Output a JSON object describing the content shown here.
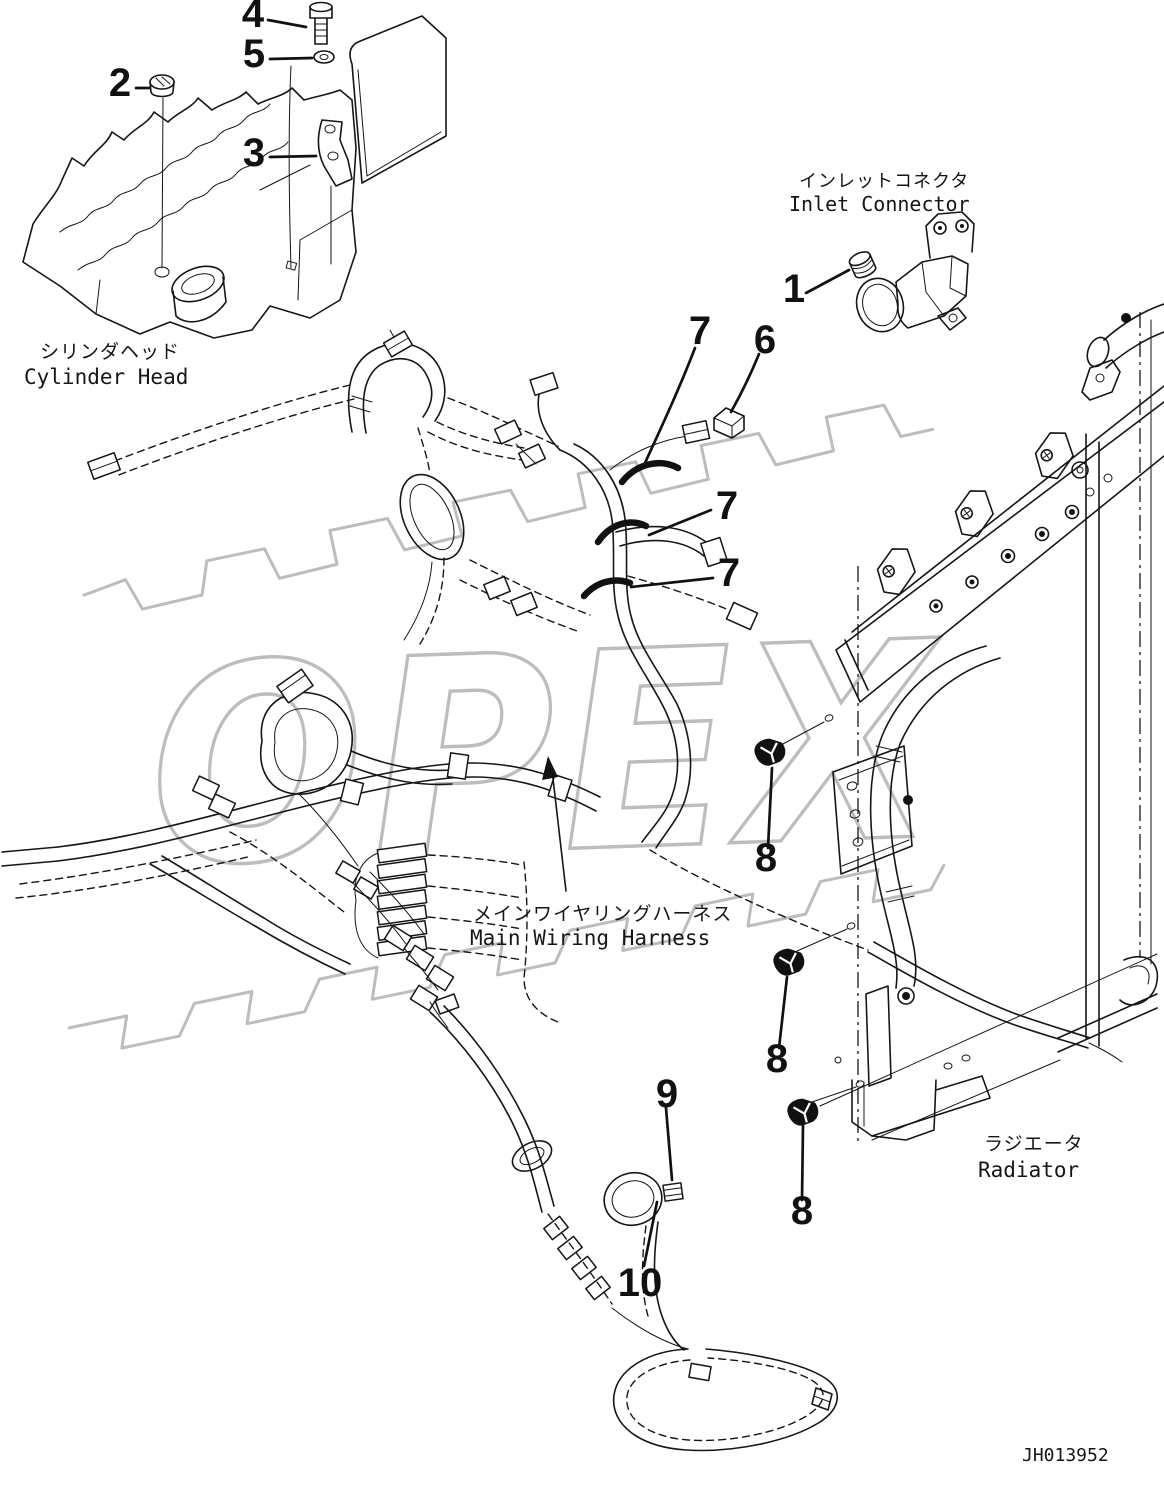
{
  "watermark": {
    "text": "OPEX",
    "color": "#bdbdbd"
  },
  "labels": {
    "cylinder_head": {
      "jp": "シリンダヘッド",
      "en": "Cylinder Head"
    },
    "inlet_connector": {
      "jp": "インレットコネクタ",
      "en": "Inlet Connector"
    },
    "main_wiring_harness": {
      "jp": "メインワイヤリングハーネス",
      "en": "Main Wiring Harness"
    },
    "radiator": {
      "jp": "ラジエータ",
      "en": "Radiator"
    }
  },
  "drawing_number": "JH013952",
  "callouts": [
    {
      "n": "1"
    },
    {
      "n": "2"
    },
    {
      "n": "3"
    },
    {
      "n": "4"
    },
    {
      "n": "5"
    },
    {
      "n": "6"
    },
    {
      "n": "7"
    },
    {
      "n": "7"
    },
    {
      "n": "7"
    },
    {
      "n": "8"
    },
    {
      "n": "8"
    },
    {
      "n": "8"
    },
    {
      "n": "9"
    },
    {
      "n": "10"
    }
  ]
}
